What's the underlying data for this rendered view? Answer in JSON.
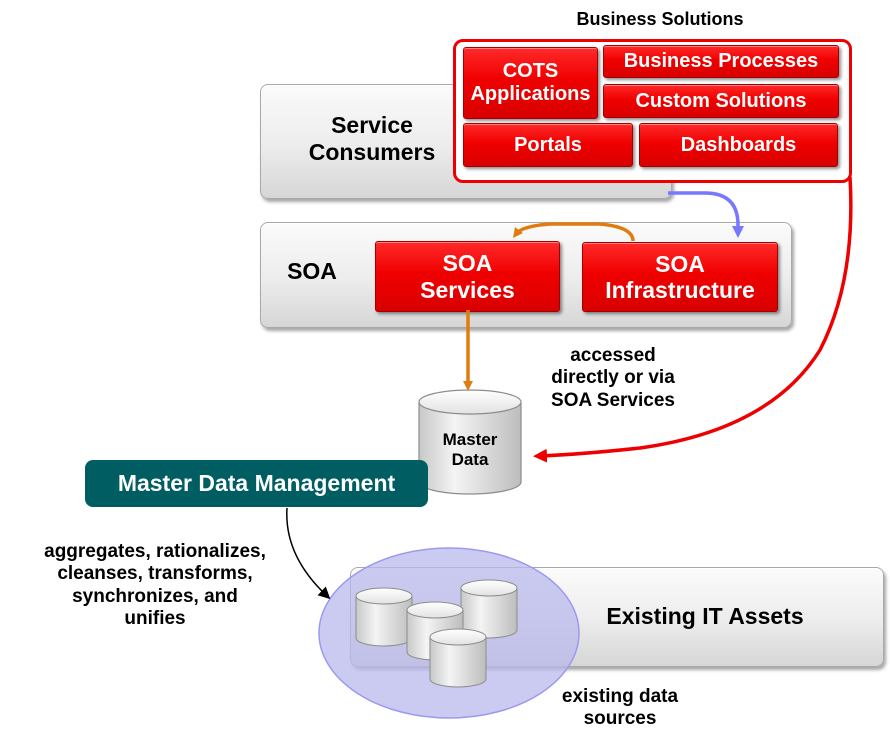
{
  "business_solutions": {
    "title": "Business Solutions",
    "items": {
      "cots_line1": "COTS",
      "cots_line2": "Applications",
      "business_processes": "Business Processes",
      "custom_solutions": "Custom Solutions",
      "portals": "Portals",
      "dashboards": "Dashboards"
    }
  },
  "service_consumers": {
    "line1": "Service",
    "line2": "Consumers"
  },
  "soa": {
    "label": "SOA",
    "services_line1": "SOA",
    "services_line2": "Services",
    "infra_line1": "SOA",
    "infra_line2": "Infrastructure"
  },
  "access_note": {
    "line1": "accessed",
    "line2": "directly or via",
    "line3": "SOA Services"
  },
  "master_data": {
    "line1": "Master",
    "line2": "Data"
  },
  "mdm": {
    "label": "Master Data Management"
  },
  "mdm_actions": {
    "line1": "aggregates, rationalizes,",
    "line2": "cleanses, transforms,",
    "line3": "synchronizes, and",
    "line4": "unifies"
  },
  "existing_assets": {
    "label": "Existing IT Assets"
  },
  "data_sources": {
    "line1": "existing data",
    "line2": "sources"
  },
  "colors": {
    "red": "#ee0000",
    "teal": "#005e63",
    "orange": "#e07b10",
    "blue_arrow": "#7777ff",
    "lavender": "#b9b9ee"
  }
}
